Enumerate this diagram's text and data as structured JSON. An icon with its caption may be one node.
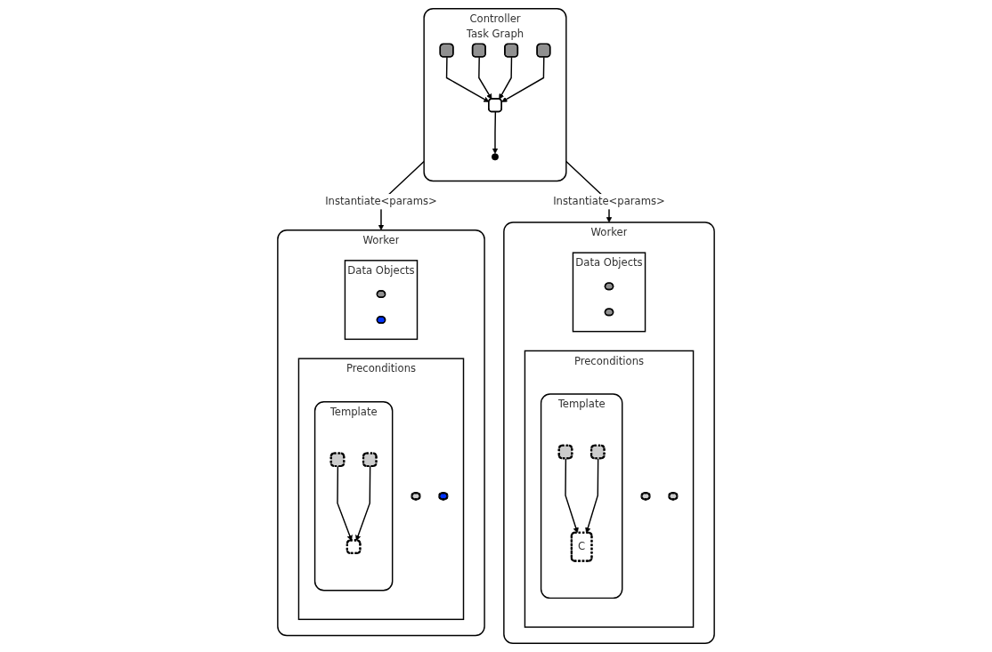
{
  "diagram": {
    "nodes": [
      {
        "text": [
          "Controller",
          "Task Graph"
        ]
      },
      {
        "text": [],
        "shape": "box",
        "in": 0
      },
      {
        "text": [],
        "shape": "box",
        "in": 0
      },
      {
        "text": [],
        "shape": "box",
        "in": 0
      },
      {
        "text": [],
        "shape": "box",
        "in": 0
      },
      {
        "text": [],
        "shape": "box",
        "in": 0
      },
      {
        "text": [
          "Worker"
        ]
      },
      {
        "text": [
          "Preconditions"
        ],
        "in": 6
      },
      {
        "text": [],
        "shape": "ellipse",
        "in": 7
      },
      {
        "text": [],
        "shape": "ellipse",
        "in": 7
      },
      {
        "text": [
          "Template"
        ],
        "in": 7
      },
      {
        "text": [],
        "shape": "box",
        "in": 10
      },
      {
        "text": [],
        "shape": "box",
        "in": 10
      },
      {
        "text": [],
        "shape": "box",
        "in": 10
      },
      {
        "text": [
          "Data Objects"
        ],
        "in": 6
      },
      {
        "text": [],
        "shape": "ellipse",
        "in": 14
      },
      {
        "text": [],
        "shape": "ellipse",
        "in": 14
      },
      {
        "text": [
          "Worker"
        ]
      },
      {
        "text": [
          "Preconditions"
        ],
        "in": 17
      },
      {
        "text": [],
        "shape": "ellipse",
        "in": 18
      },
      {
        "text": [],
        "shape": "ellipse",
        "in": 18
      },
      {
        "text": [
          "Template"
        ],
        "in": 18
      },
      {
        "text": [],
        "shape": "box",
        "in": 21
      },
      {
        "text": [],
        "shape": "box",
        "in": 21
      },
      {
        "text": [
          "C"
        ],
        "in": 21
      },
      {
        "text": [
          "Data Objects"
        ],
        "in": 17
      },
      {
        "text": [],
        "shape": "ellipse",
        "in": 25
      },
      {
        "text": [],
        "shape": "ellipse",
        "in": 25
      }
    ],
    "edges": [
      {
        "from": 1,
        "to": 5,
        "arrow": "to"
      },
      {
        "from": 2,
        "to": 5,
        "arrow": "to"
      },
      {
        "from": 3,
        "to": 5,
        "arrow": "to"
      },
      {
        "from": 4,
        "to": 5,
        "arrow": "to"
      },
      {
        "from": 5,
        "to": null,
        "arrow": "to"
      },
      {
        "from": 0,
        "to": 6,
        "label": "Instantiate<params>",
        "arrow": "to"
      },
      {
        "from": 0,
        "to": 17,
        "label": "Instantiate<params>",
        "arrow": "to"
      },
      {
        "from": 11,
        "to": 13,
        "arrow": "to"
      },
      {
        "from": 12,
        "to": 13,
        "arrow": "to"
      },
      {
        "from": 22,
        "to": 24,
        "arrow": "to"
      },
      {
        "from": 23,
        "to": 24,
        "arrow": "to"
      }
    ]
  }
}
